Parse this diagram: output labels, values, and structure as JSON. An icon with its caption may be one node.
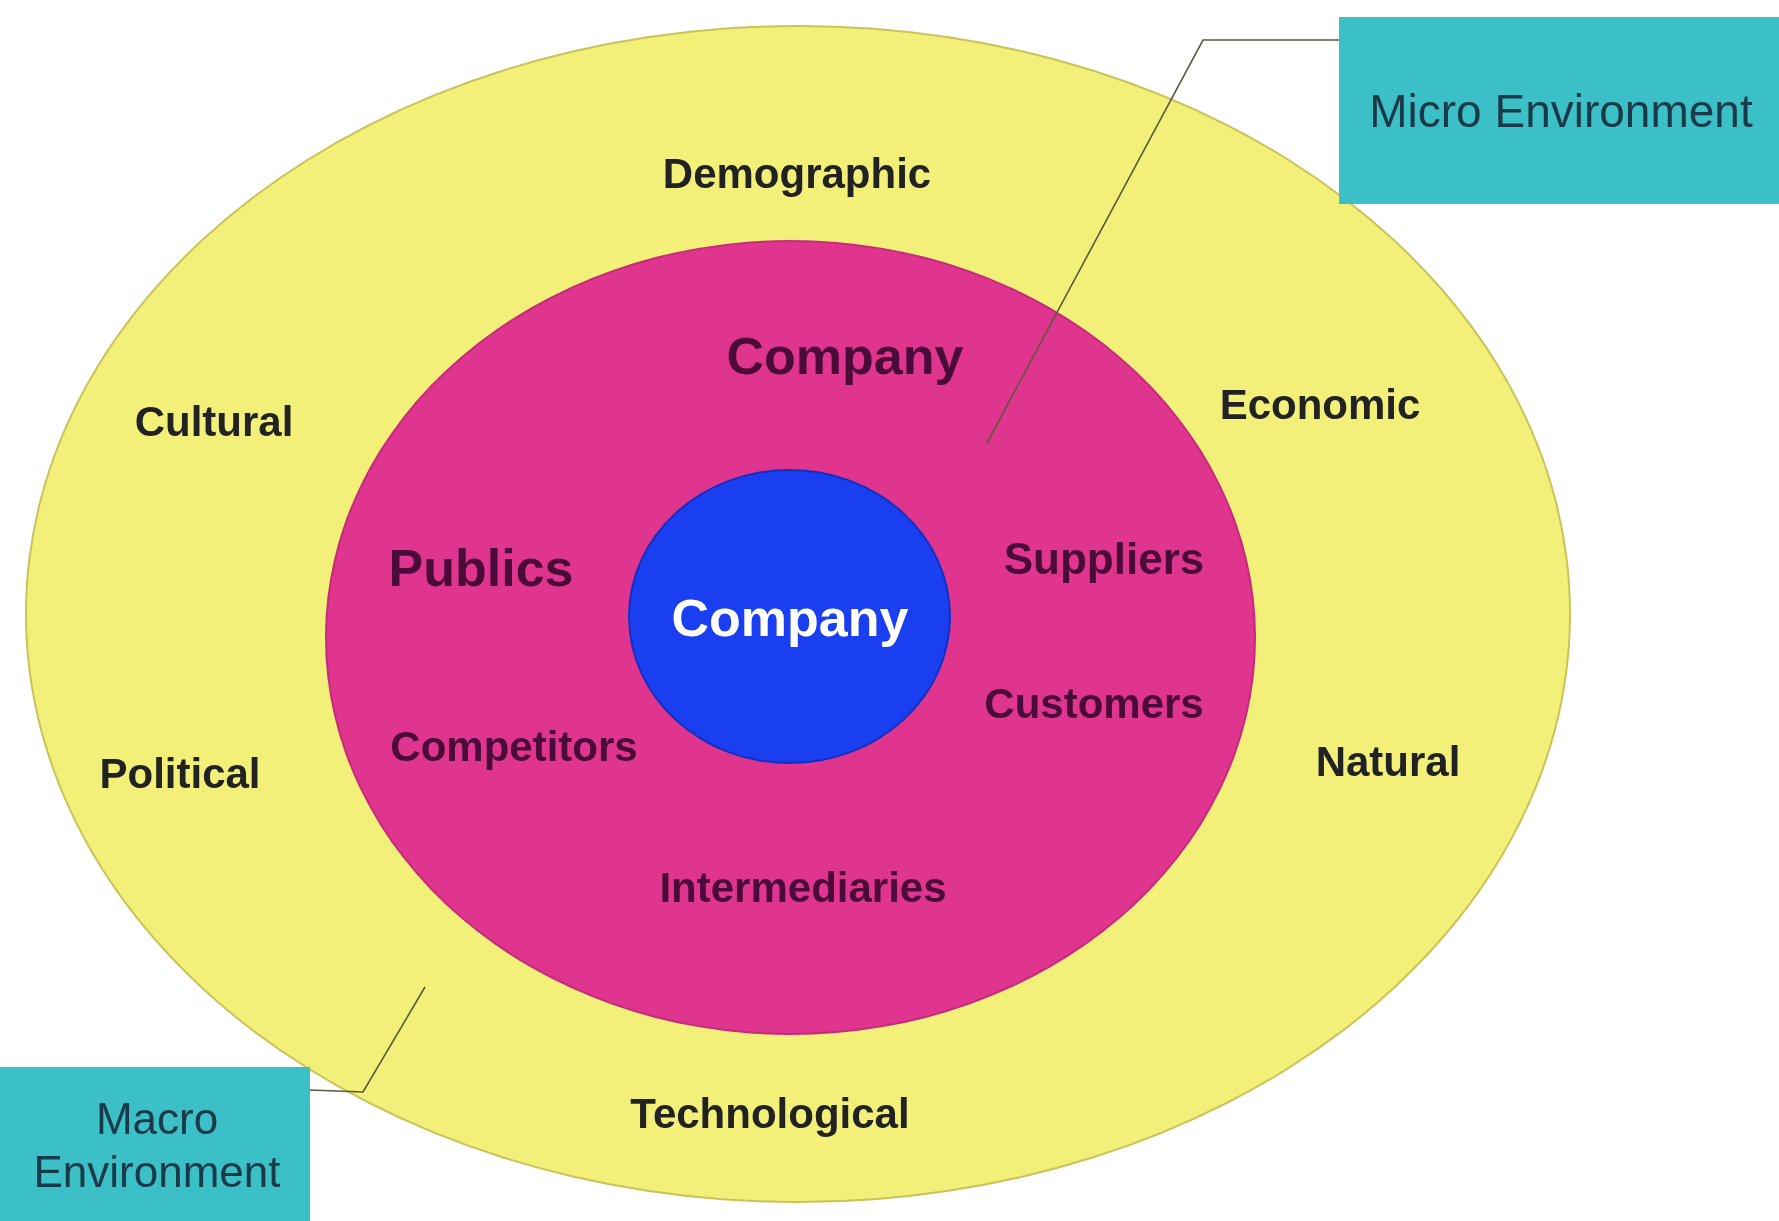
{
  "diagram": {
    "nodes": [
      {
        "text": [
          "Demographic",
          "Cultural",
          "Economic",
          "Political",
          "Natural",
          "Technological"
        ]
      },
      {
        "text": [
          "Company",
          "Publics",
          "Suppliers",
          "Competitors",
          "Customers",
          "Intermediaries"
        ],
        "in": 0
      },
      {
        "text": [
          "Company"
        ],
        "in": 1
      },
      {
        "text": [
          "Micro Environment"
        ]
      },
      {
        "text": [
          "Macro Environment"
        ]
      }
    ],
    "edges": [
      {
        "from": 3,
        "to": 1,
        "arrow": "none"
      },
      {
        "from": 4,
        "to": 0,
        "arrow": "none"
      }
    ]
  }
}
